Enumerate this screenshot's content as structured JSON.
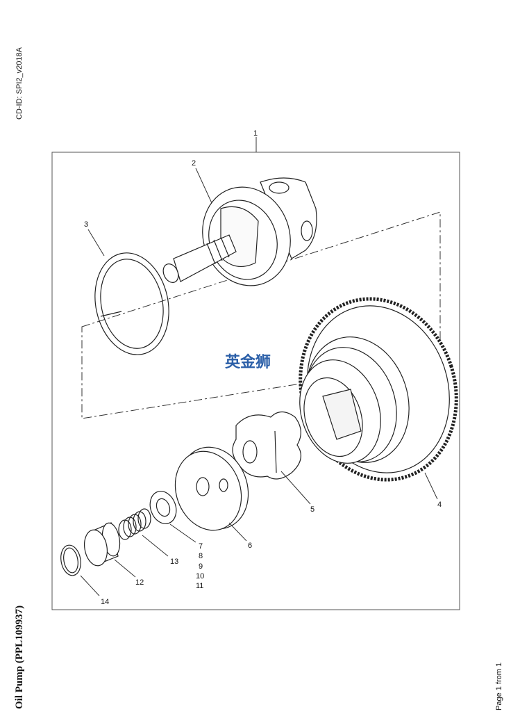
{
  "header": {
    "cd_id": "CD-ID: SPI2_v2018A"
  },
  "footer": {
    "title": "Oil Pump (PPL109937)",
    "page": "Page 1 from 1"
  },
  "watermark": {
    "text": "英金狮",
    "color": "#2b5fa8"
  },
  "callouts": {
    "c1": "1",
    "c2": "2",
    "c3": "3",
    "c4": "4",
    "c5": "5",
    "c6": "6",
    "c7": "7",
    "c8": "8",
    "c9": "9",
    "c10": "10",
    "c11": "11",
    "c12": "12",
    "c13": "13",
    "c14": "14"
  }
}
